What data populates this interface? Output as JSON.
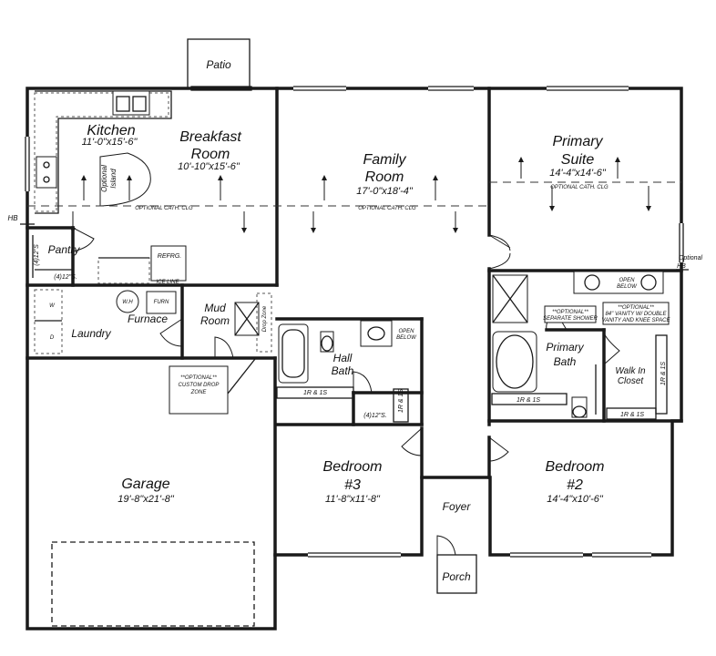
{
  "rooms": {
    "patio": {
      "name": "Patio"
    },
    "kitchen": {
      "name": "Kitchen",
      "dims": "11'-0\"x15'-6\""
    },
    "breakfast": {
      "name1": "Breakfast",
      "name2": "Room",
      "dims": "10'-10\"x15'-6\""
    },
    "family": {
      "name1": "Family",
      "name2": "Room",
      "dims": "17'-0\"x18'-4\""
    },
    "primary_suite": {
      "name1": "Primary",
      "name2": "Suite",
      "dims": "14'-4\"x14'-6\""
    },
    "pantry": {
      "name": "Pantry"
    },
    "laundry": {
      "name": "Laundry"
    },
    "furnace": {
      "name": "Furnace"
    },
    "mud": {
      "name1": "Mud",
      "name2": "Room"
    },
    "hall_bath": {
      "name1": "Hall",
      "name2": "Bath"
    },
    "primary_bath": {
      "name1": "Primary",
      "name2": "Bath"
    },
    "walkin": {
      "name1": "Walk In",
      "name2": "Closet"
    },
    "garage": {
      "name": "Garage",
      "dims": "19'-8\"x21'-8\""
    },
    "bedroom3": {
      "name1": "Bedroom",
      "name2": "#3",
      "dims": "11'-8\"x11'-8\""
    },
    "bedroom2": {
      "name1": "Bedroom",
      "name2": "#2",
      "dims": "14'-4\"x10'-6\""
    },
    "foyer": {
      "name": "Foyer"
    },
    "porch": {
      "name": "Porch"
    }
  },
  "labels": {
    "optional_island1": "Optional",
    "optional_island2": "Island",
    "optional_cath_clg": "OPTIONAL CATH. CLG",
    "hb_left": "HB",
    "optional_hb1": "Optional",
    "optional_hb2": "HB",
    "shelves_pantry": "(4)12\"S.",
    "shelves_pantry_side": "(4)12\"S",
    "shelves_hall": "(4)12\"S.",
    "refrg": "REFRG.",
    "ice_line": "ICE LINE",
    "wh": "W.H",
    "furn": "FURN",
    "washer": "W",
    "dryer": "D",
    "drop_zone1": "**OPTIONAL**",
    "drop_zone2": "CUSTOM DROP",
    "drop_zone3": "ZONE",
    "drop_zone_side": "Drop Zone",
    "open_below": "OPEN",
    "open_below2": "BELOW",
    "open_below_pb": "OPEN",
    "open_below_pb2": "BELOW",
    "optional_shower1": "**OPTIONAL**",
    "optional_shower2": "SEPARATE SHOWER",
    "optional_vanity1": "**OPTIONAL**",
    "optional_vanity2": "84\" VANITY W/ DOUBLE",
    "optional_vanity3": "VANITY AND KNEE SPACE",
    "rs_hall": "1R & 1S",
    "rs_hall_v": "1R & 1S",
    "rs_pbath": "1R & 1S",
    "rs_closet": "1R & 1S",
    "rs_closet_v": "1R & 1S"
  }
}
